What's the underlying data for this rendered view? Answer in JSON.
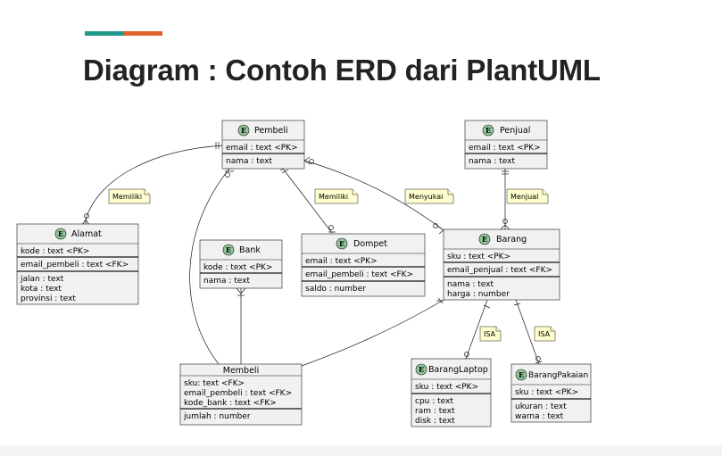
{
  "slide": {
    "title": "Diagram : Contoh ERD dari PlantUML"
  },
  "badge_letter": "E",
  "entities": {
    "pembeli": {
      "name": "Pembeli",
      "keys": [
        "email : text <PK>"
      ],
      "attrs": [
        "nama : text"
      ]
    },
    "penjual": {
      "name": "Penjual",
      "keys": [
        "email : text <PK>"
      ],
      "attrs": [
        "nama : text"
      ]
    },
    "alamat": {
      "name": "Alamat",
      "keys": [
        "kode : text <PK>"
      ],
      "fkeys": [
        "email_pembeli : text <FK>"
      ],
      "attrs": [
        "jalan : text",
        "kota : text",
        "provinsi : text"
      ]
    },
    "bank": {
      "name": "Bank",
      "keys": [
        "kode : text <PK>"
      ],
      "attrs": [
        "nama : text"
      ]
    },
    "dompet": {
      "name": "Dompet",
      "keys": [
        "email : text <PK>"
      ],
      "fkeys": [
        "email_pembeli : text <FK>"
      ],
      "attrs": [
        "saldo : number"
      ]
    },
    "barang": {
      "name": "Barang",
      "keys": [
        "sku : text <PK>"
      ],
      "fkeys": [
        "email_penjual : text <FK>"
      ],
      "attrs": [
        "nama : text",
        "harga : number"
      ]
    },
    "membeli": {
      "name": "Membeli",
      "keys": [
        "sku: text <FK>",
        "email_pembeli : text <FK>",
        "kode_bank : text <FK>"
      ],
      "attrs": [
        "jumlah : number"
      ]
    },
    "barang_laptop": {
      "name": "BarangLaptop",
      "keys": [
        "sku : text <PK>"
      ],
      "attrs": [
        "cpu : text",
        "ram : text",
        "disk : text"
      ]
    },
    "barang_pakaian": {
      "name": "BarangPakaian",
      "keys": [
        "sku : text <PK>"
      ],
      "attrs": [
        "ukuran : text",
        "warna : text"
      ]
    }
  },
  "notes": {
    "memiliki_alamat": "Memiliki",
    "memiliki_dompet": "Memiliki",
    "menyukai": "Menyukai",
    "menjual": "Menjual",
    "isa_laptop": "ISA",
    "isa_pakaian": "ISA"
  }
}
